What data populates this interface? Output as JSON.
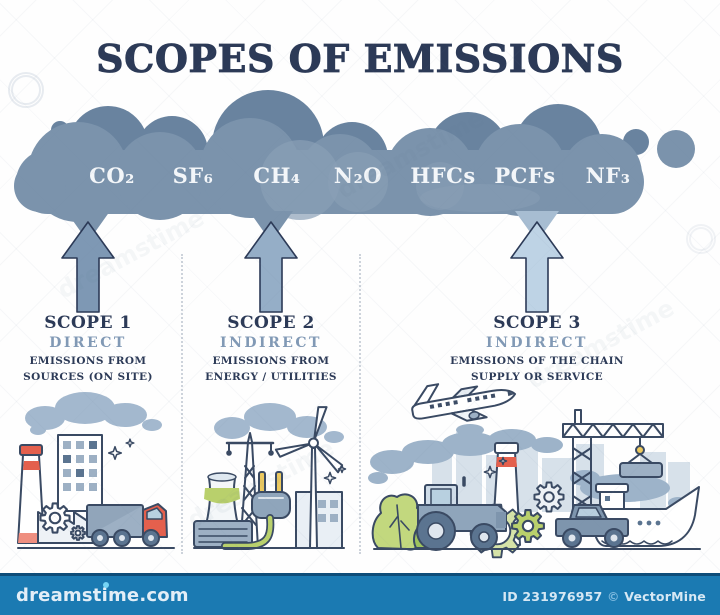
{
  "title": "SCOPES OF EMISSIONS",
  "cloud": {
    "gases": [
      "CO₂",
      "SF₆",
      "CH₄",
      "N₂O",
      "HFCs",
      "PCFs",
      "NF₃"
    ]
  },
  "scopes": [
    {
      "name": "SCOPE 1",
      "type": "DIRECT",
      "desc_line1": "EMISSIONS FROM",
      "desc_line2": "SOURCES (ON SITE)"
    },
    {
      "name": "SCOPE 2",
      "type": "INDIRECT",
      "desc_line1": "EMISSIONS FROM",
      "desc_line2": "ENERGY / UTILITIES"
    },
    {
      "name": "SCOPE 3",
      "type": "INDIRECT",
      "desc_line1": "EMISSIONS OF THE CHAIN",
      "desc_line2": "SUPPLY OR SERVICE"
    }
  ],
  "scenes": [
    {
      "name": "scope-1-direct",
      "icons": [
        "smoke-cloud",
        "striped-chimney",
        "office-building",
        "factory-roof",
        "gear",
        "delivery-truck",
        "sparkles"
      ]
    },
    {
      "name": "scope-2-energy",
      "icons": [
        "smoke-cloud",
        "cooling-tower",
        "transmission-pylon",
        "power-plug",
        "wind-turbine",
        "building",
        "sparkles"
      ]
    },
    {
      "name": "scope-3-supply-chain",
      "icons": [
        "airplane",
        "emission-trail",
        "city-skyline",
        "striped-chimney",
        "tractor",
        "bushes",
        "gears",
        "construction-crane",
        "pickup-truck",
        "cargo-ship",
        "sparkles"
      ]
    }
  ],
  "footer": {
    "logo_text": "dreamstime.com",
    "image_id": "ID 231976957",
    "copyright_symbol": "©",
    "credit": "VectorMine"
  },
  "watermark_text": "dreamstime",
  "colors": {
    "title_navy": "#2c3a57",
    "cloud_main": "#7b93ac",
    "cloud_dark": "#69839f",
    "cloud_light": "#8aa0b6",
    "arrow_scope1": "#7e98b4",
    "arrow_scope2": "#95aec7",
    "arrow_scope3": "#bed3e5",
    "scope_type_blue": "#8199b5",
    "outline_navy": "#3a4a63",
    "accent_red": "#e4604d",
    "accent_green": "#b9d06c",
    "accent_yellow": "#ecc95f",
    "footer_bar_blue": "#1b7ab2"
  }
}
